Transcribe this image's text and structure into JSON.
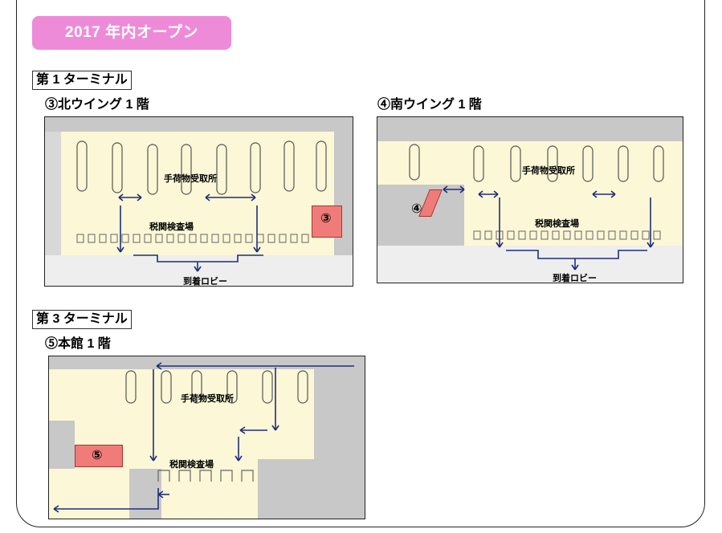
{
  "header": {
    "badge": "2017 年内オープン"
  },
  "sections": {
    "t1": {
      "title": "第 1 ターミナル",
      "north": {
        "title": "③北ウイング 1 階",
        "baggage": "手荷物受取所",
        "customs": "税関検査場",
        "arrival": "到着ロビー",
        "marker": "③"
      },
      "south": {
        "title": "④南ウイング 1 階",
        "baggage": "手荷物受取所",
        "customs": "税関検査場",
        "arrival": "到着ロビー",
        "marker": "④"
      }
    },
    "t3": {
      "title": "第 3 ターミナル",
      "main": {
        "title": "⑤本館 1 階",
        "baggage": "手荷物受取所",
        "customs": "税関検査場",
        "marker": "⑤"
      }
    }
  },
  "colors": {
    "badge": "#ee8bd9",
    "floor": "#fcf7d6",
    "wall": "#c8c8c8",
    "route": "#1f2d7a",
    "marker": "#ef7c78"
  }
}
